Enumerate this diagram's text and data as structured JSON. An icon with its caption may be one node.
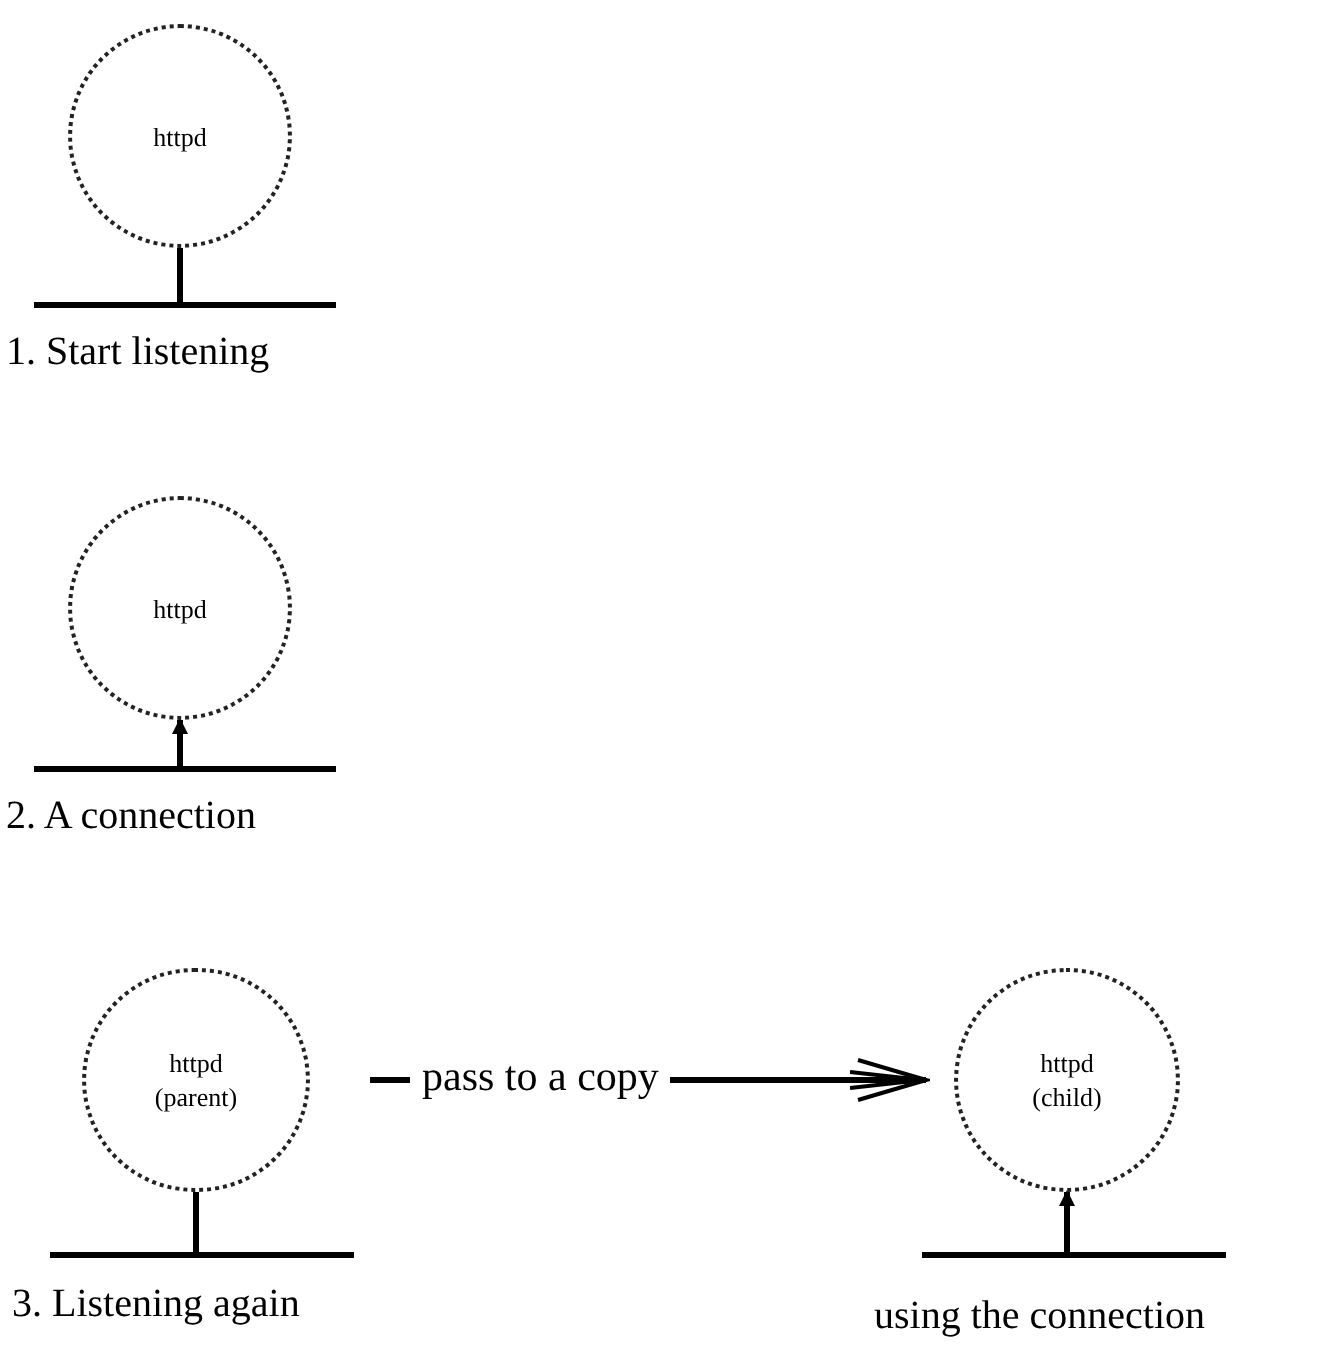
{
  "diagram": {
    "nodes": [
      {
        "text": [
          "httpd"
        ]
      },
      {
        "text": [],
        "shape": "bar",
        "beside": [
          "1. Start listening"
        ]
      },
      {
        "text": [
          "httpd"
        ]
      },
      {
        "text": [],
        "shape": "bar",
        "beside": [
          "2. A connection"
        ]
      },
      {
        "text": [
          "httpd",
          "(parent)"
        ]
      },
      {
        "text": [],
        "shape": "bar",
        "beside": [
          "3. Listening again"
        ]
      },
      {
        "text": [
          "httpd",
          "(child)"
        ]
      },
      {
        "text": [],
        "shape": "bar",
        "beside": [
          "using the connection"
        ]
      }
    ],
    "edges": [
      {
        "from": 1,
        "to": 0,
        "arrow": "none"
      },
      {
        "from": 3,
        "to": 2,
        "arrow": "to"
      },
      {
        "from": 5,
        "to": 4,
        "arrow": "none"
      },
      {
        "from": 4,
        "to": 6,
        "arrow": "to",
        "label": "pass to a copy"
      },
      {
        "from": 7,
        "to": 6,
        "arrow": "to"
      }
    ]
  }
}
